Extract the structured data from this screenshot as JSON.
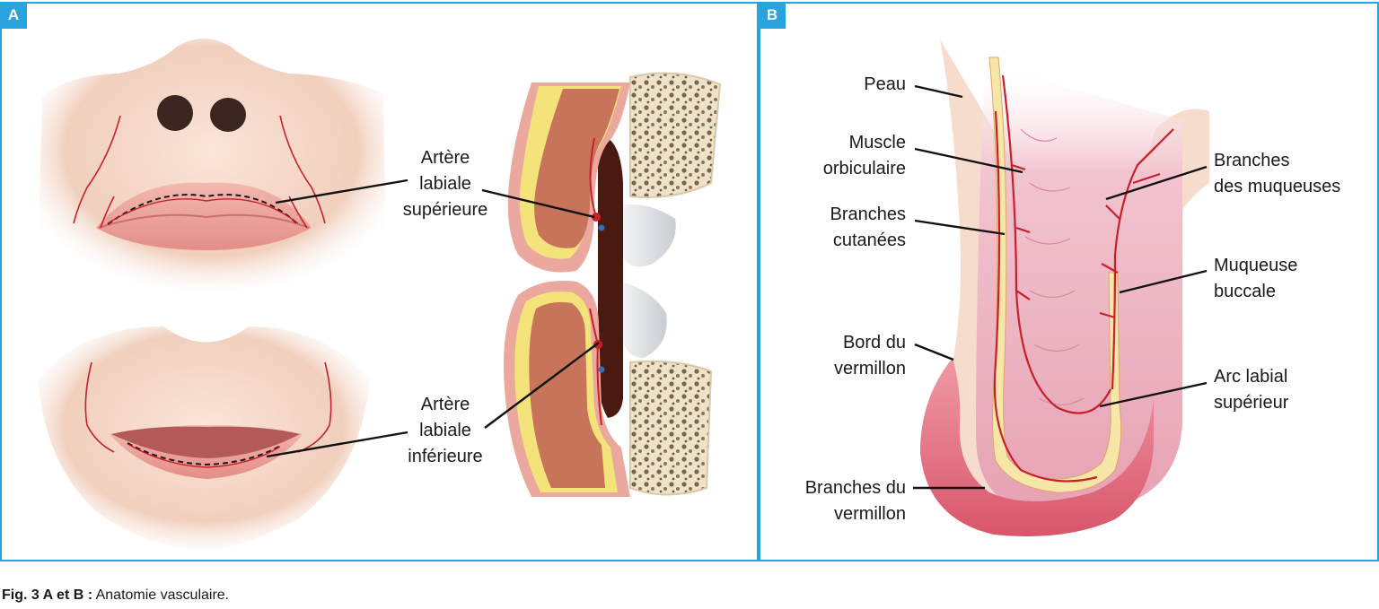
{
  "panels": {
    "a": {
      "tag": "A",
      "labels": {
        "superior": [
          "Artère",
          "labiale",
          "supérieure"
        ],
        "inferior": [
          "Artère",
          "labiale",
          "inférieure"
        ]
      }
    },
    "b": {
      "tag": "B",
      "labels": {
        "peau": [
          "Peau"
        ],
        "muscle": [
          "Muscle",
          "orbiculaire"
        ],
        "cutanees": [
          "Branches",
          "cutanées"
        ],
        "bord": [
          "Bord du",
          "vermillon"
        ],
        "br_vermillon": [
          "Branches du",
          "vermillon"
        ],
        "br_muqueuses": [
          "Branches",
          "des muqueuses"
        ],
        "muqueuse": [
          "Muqueuse",
          "buccale"
        ],
        "arc": [
          "Arc labial",
          "supérieur"
        ]
      }
    }
  },
  "caption": {
    "bold": "Fig. 3 A et B :",
    "text": " Anatomie vasculaire."
  },
  "colors": {
    "accent": "#29a3dd",
    "artery": "#c8202a",
    "skin": "#f3d2c4",
    "lip": "#e9a7a2",
    "mucosa": "#e7a2b4",
    "fat": "#f4e27a",
    "muscle": "#c8745a",
    "bone": "#e9dcc4"
  }
}
